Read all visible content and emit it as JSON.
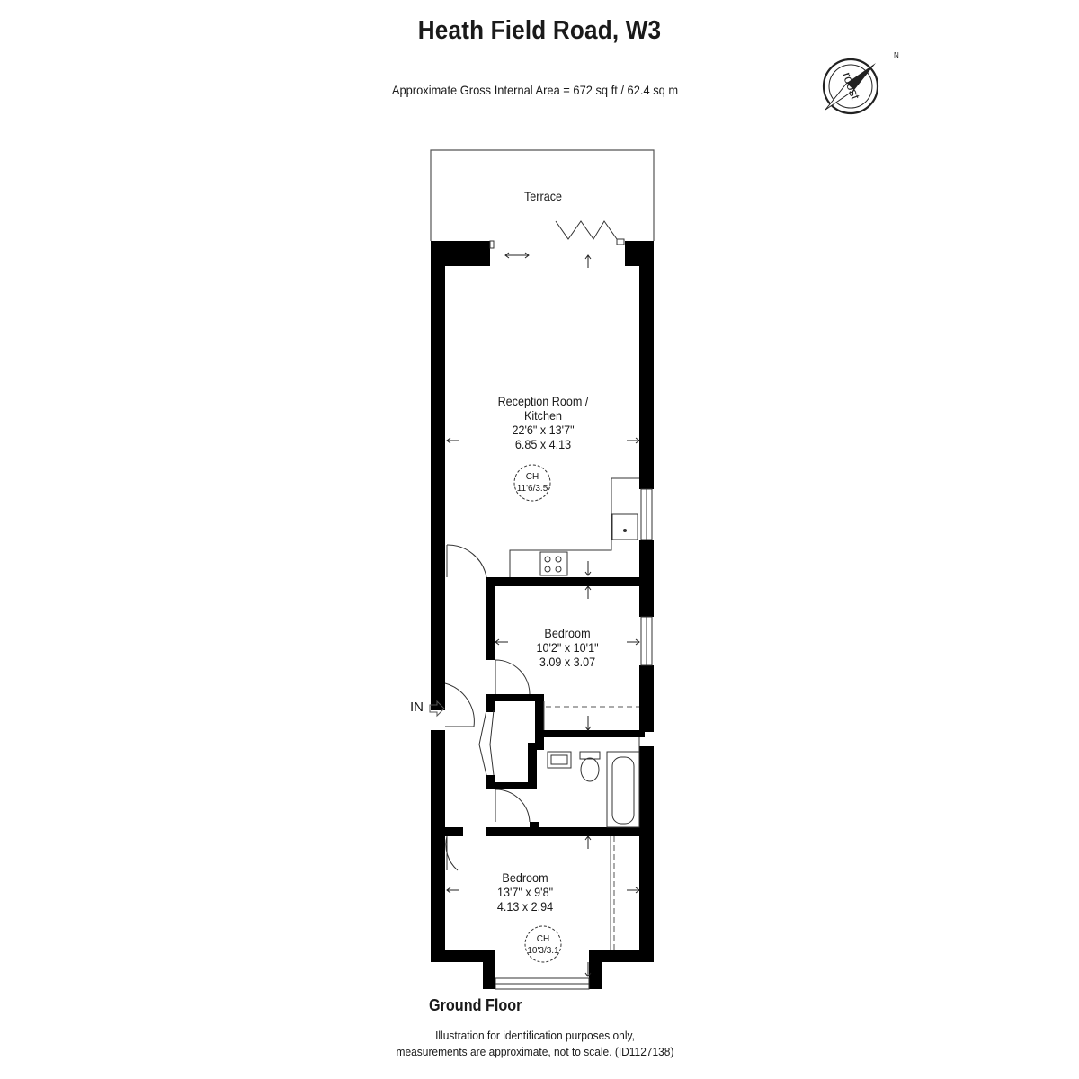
{
  "header": {
    "title": "Heath Field Road, W3",
    "area": "Approximate Gross Internal Area = 672 sq ft / 62.4 sq m"
  },
  "logo": {
    "text": "roost",
    "compass_mark": "N"
  },
  "plan": {
    "floor_label": "Ground Floor",
    "entrance_label": "IN",
    "terrace": {
      "name": "Terrace"
    },
    "rooms": [
      {
        "name_line1": "Reception Room /",
        "name_line2": "Kitchen",
        "imperial": "22'6\" x 13'7\"",
        "metric": "6.85 x 4.13",
        "ceiling": {
          "label": "CH",
          "value": "11'6/3.5"
        }
      },
      {
        "name_line1": "Bedroom",
        "imperial": "10'2\" x 10'1\"",
        "metric": "3.09 x 3.07"
      },
      {
        "name_line1": "Bedroom",
        "imperial": "13'7\" x 9'8\"",
        "metric": "4.13 x 2.94",
        "ceiling": {
          "label": "CH",
          "value": "10'3/3.1"
        }
      }
    ]
  },
  "footer": {
    "line1": "Illustration for identification purposes only,",
    "line2": "measurements are approximate, not to scale. (ID1127138)"
  },
  "colors": {
    "wall": "#000000",
    "line": "#333333",
    "background": "#ffffff"
  }
}
